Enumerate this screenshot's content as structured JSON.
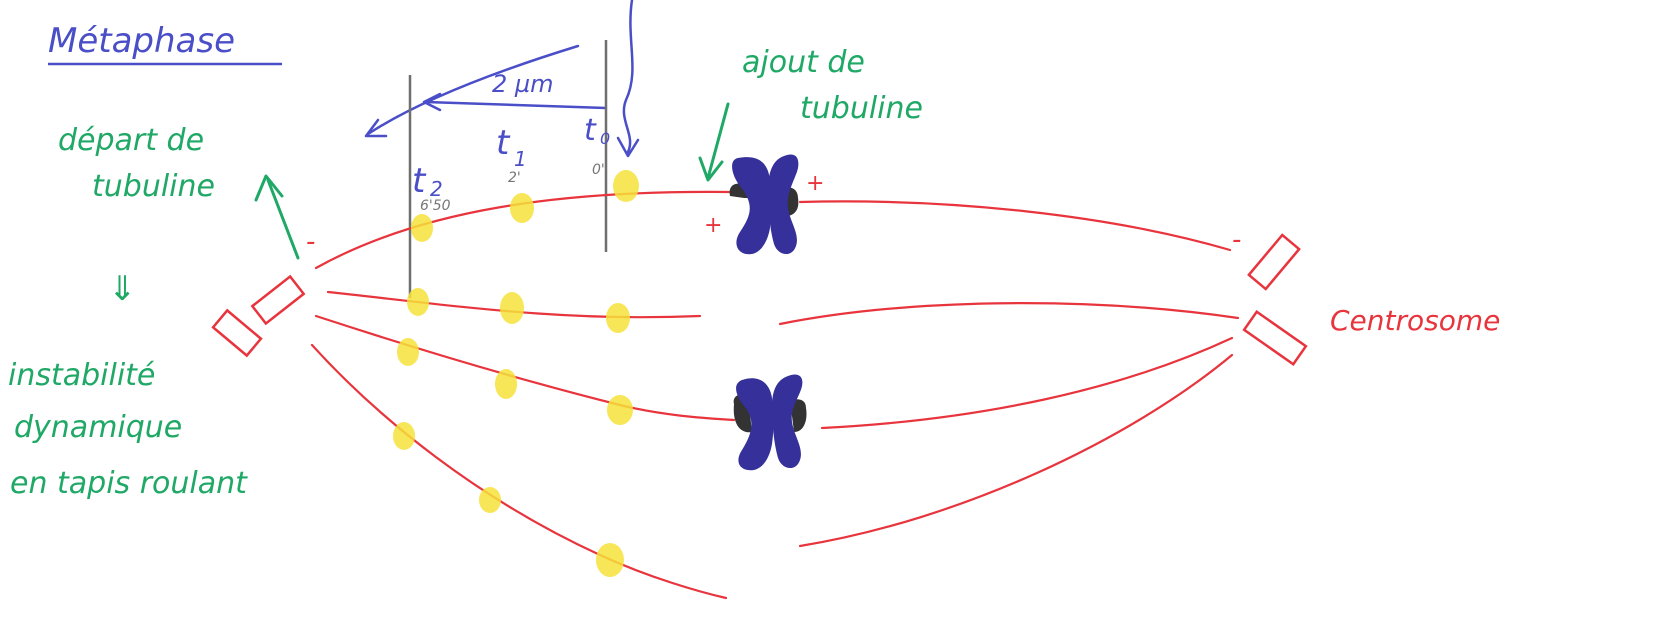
{
  "title": "Métaphase",
  "notes": {
    "depart_line1": "départ de",
    "depart_line2": "tubuline",
    "ajout_line1": "ajout de",
    "ajout_line2": "tubuline",
    "instab_line1": "instabilité",
    "instab_line2": "dynamique",
    "instab_line3": "en tapis roulant",
    "implies_symbol": "⇓"
  },
  "labels": {
    "centrosome": "Centrosome",
    "scale": "2 µm",
    "t0": "t",
    "t0_sub": "0",
    "t0_time": "0'",
    "t1": "t",
    "t1_sub": "1",
    "t1_time": "2'",
    "t2": "t",
    "t2_sub": "2",
    "t2_time": "6'50",
    "plus": "+",
    "minus": "-"
  },
  "colors": {
    "microtubule": "#e8343d",
    "marker": "#f6e23a",
    "chromosome": "#35309a",
    "annotation_green": "#1fa866",
    "annotation_blue": "#4a4ec7",
    "pencil": "#6f6f6f"
  }
}
